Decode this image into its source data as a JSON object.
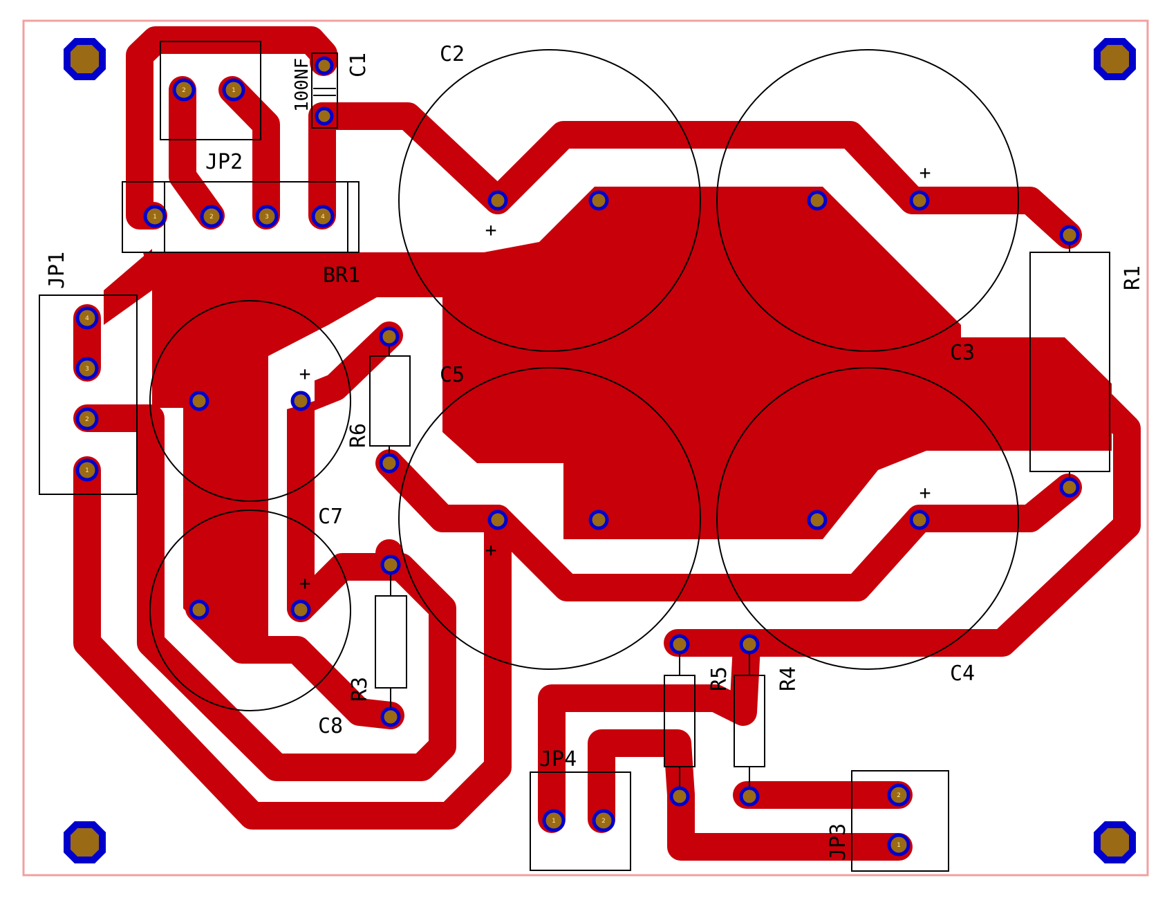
{
  "colors": {
    "copper": "#c8000a",
    "pad_ring": "#0000cc",
    "pad_center": "#9a6a14",
    "board_outline": "#f2a0a0",
    "silkscreen": "#000000",
    "background": "#ffffff"
  },
  "labels": {
    "c1": "C1",
    "c1_value": "100NF",
    "c2": "C2",
    "c3": "C3",
    "c4": "C4",
    "c5": "C5",
    "c7": "C7",
    "c8": "C8",
    "jp1": "JP1",
    "jp2": "JP2",
    "jp3": "JP3",
    "jp4": "JP4",
    "br1": "BR1",
    "r1": "R1",
    "r3": "R3",
    "r4": "R4",
    "r5": "R5",
    "r6": "R6"
  },
  "polarity": "+",
  "pins": {
    "p1": "1",
    "p2": "2",
    "p3": "3",
    "p4": "4"
  }
}
